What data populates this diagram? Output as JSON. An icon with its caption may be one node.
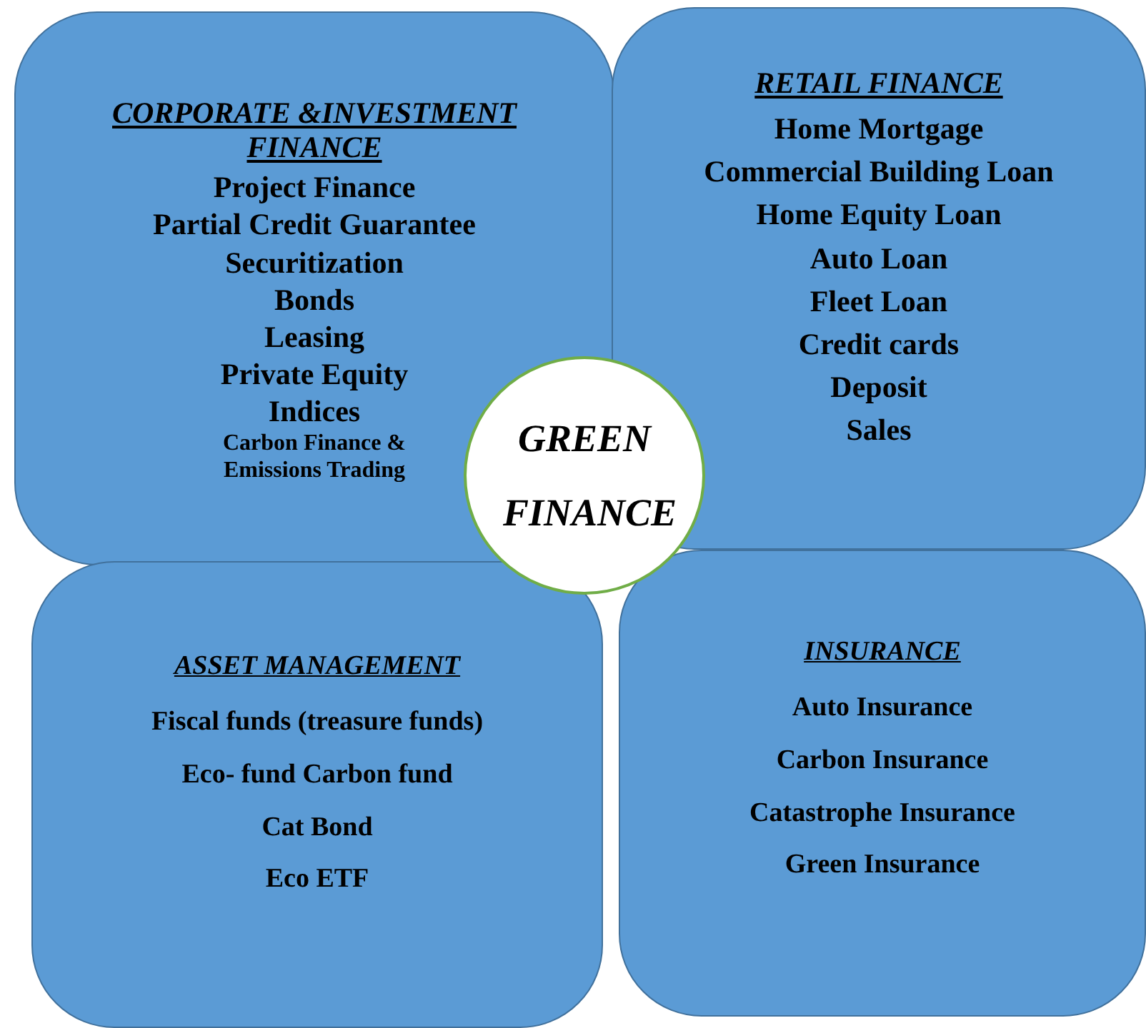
{
  "diagram": {
    "nodes": [
      {
        "text": [
          "CORPORATE &INVESTMENT FINANCE",
          "Project Finance",
          "Partial Credit Guarantee",
          "Securitization",
          "Bonds",
          "Leasing",
          "Private Equity",
          "Indices",
          "Carbon Finance & Emissions Trading"
        ]
      },
      {
        "text": [
          "RETAIL FINANCE",
          "Home Mortgage",
          "Commercial Building Loan",
          "Home Equity Loan",
          "Auto Loan",
          "Fleet Loan",
          "Credit cards",
          "Deposit",
          "Sales"
        ]
      },
      {
        "text": [
          "ASSET MANAGEMENT",
          "Fiscal funds (treasure funds)",
          "Eco- fund Carbon fund",
          "Cat Bond",
          "Eco ETF"
        ]
      },
      {
        "text": [
          "INSURANCE",
          "Auto Insurance",
          "Carbon Insurance",
          "Catastrophe Insurance",
          "Green Insurance"
        ]
      },
      {
        "text": [
          "GREEN FINANCE"
        ]
      }
    ]
  }
}
